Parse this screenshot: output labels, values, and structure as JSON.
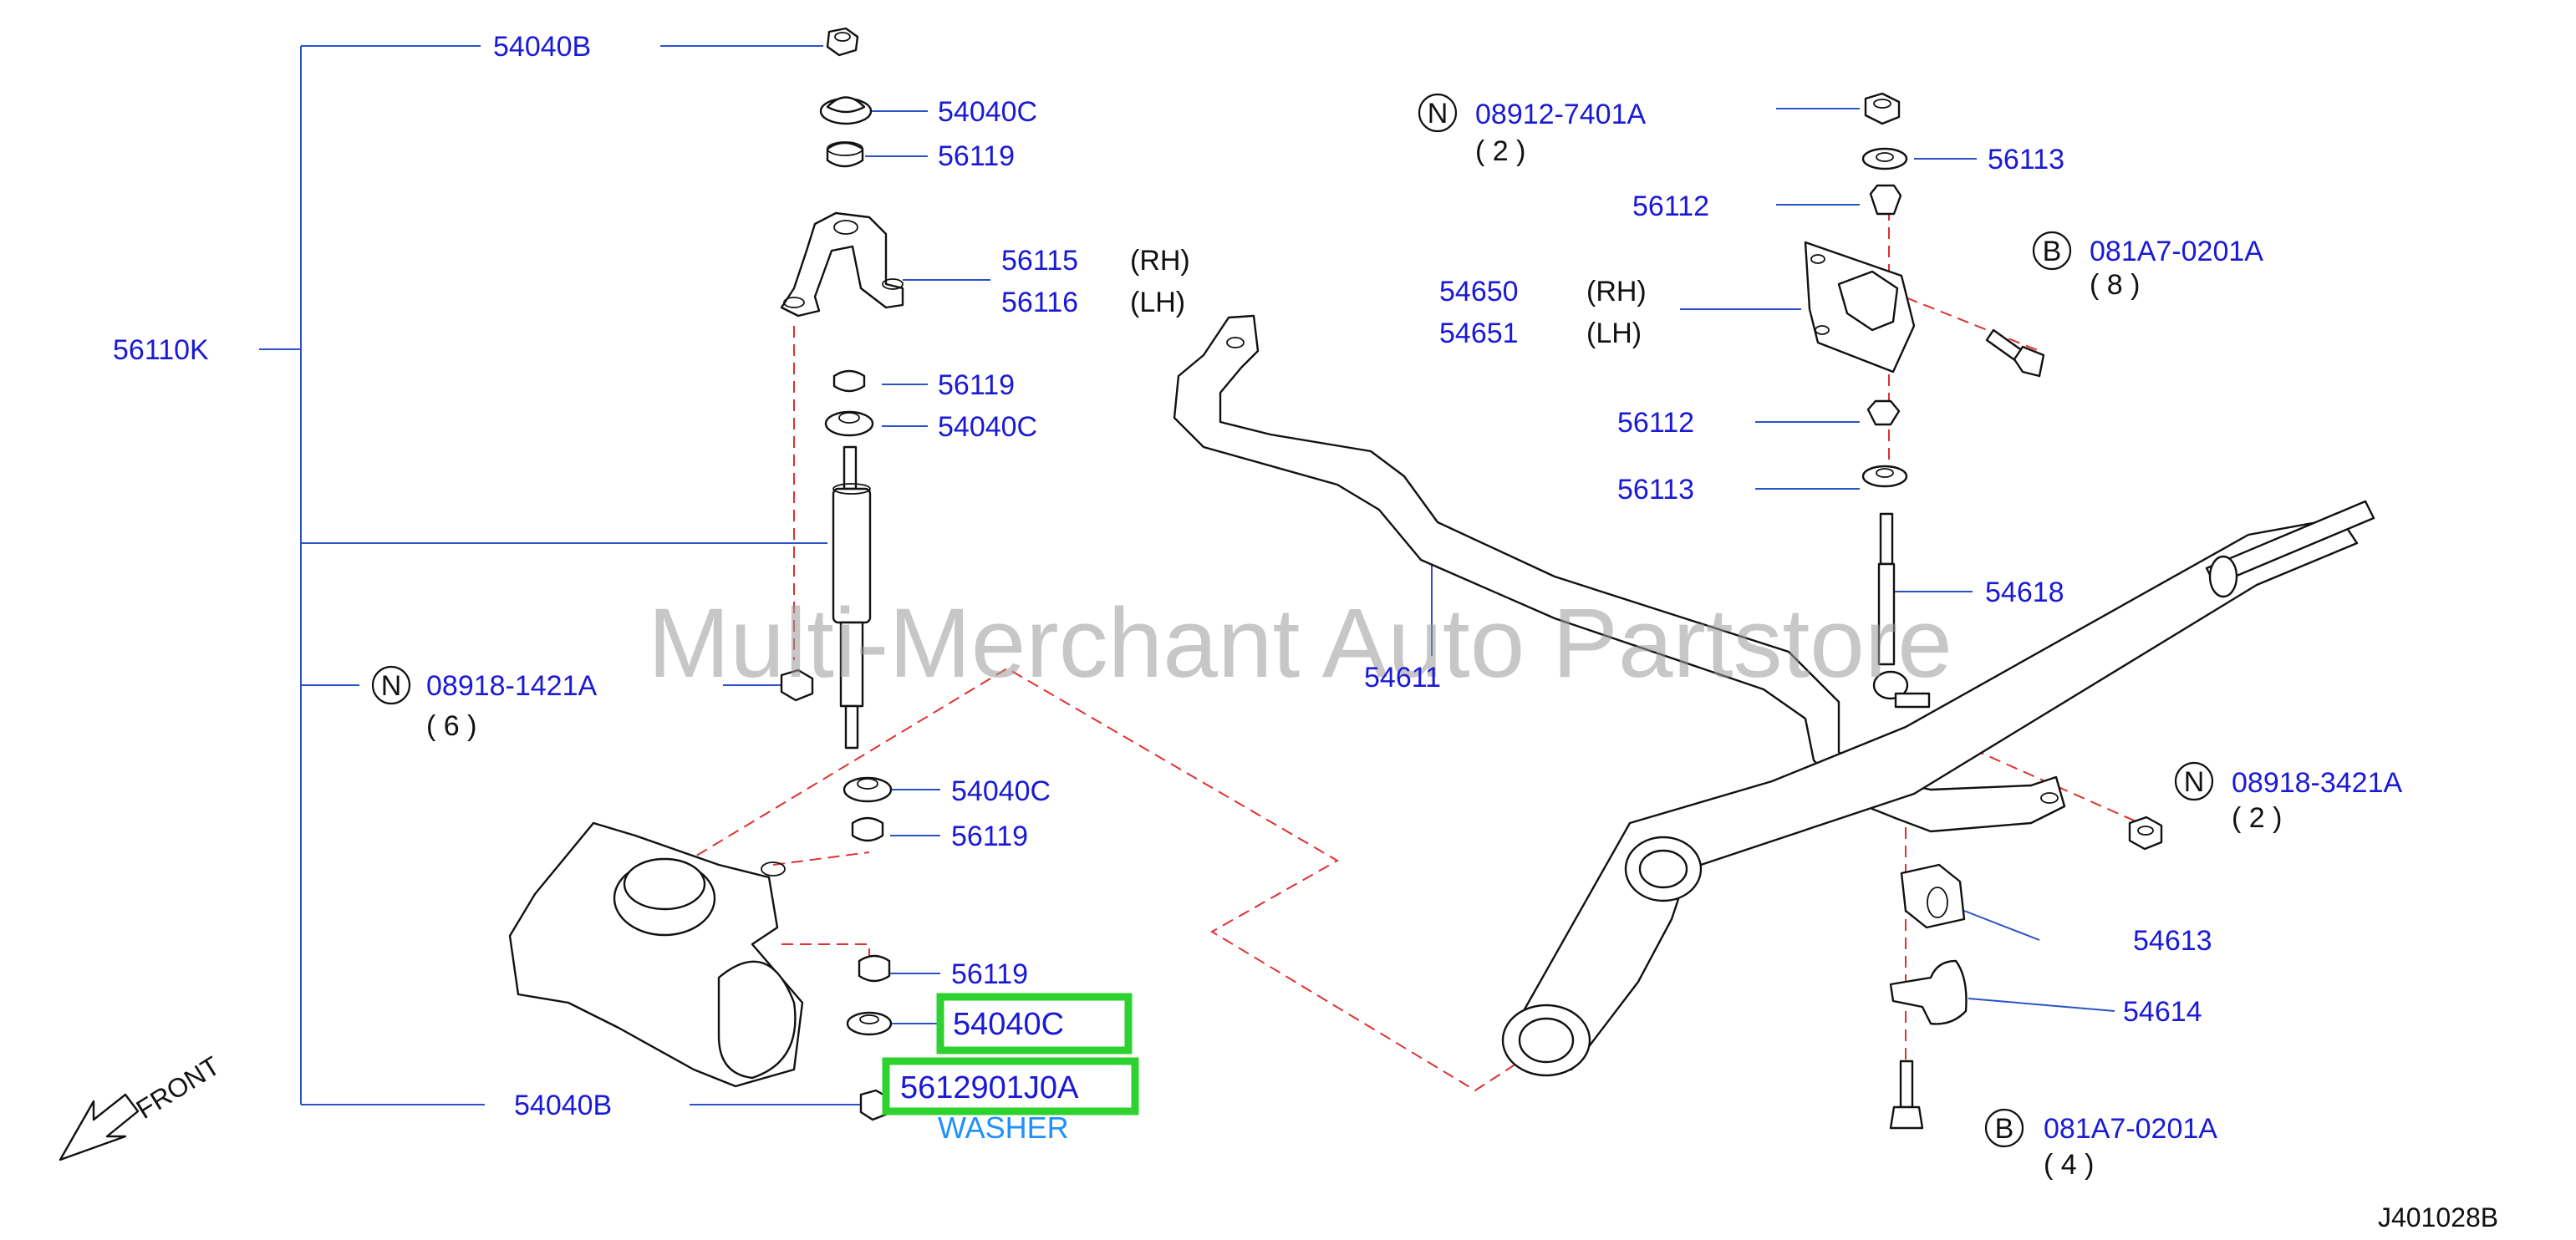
{
  "watermark": "Multi-Merchant Auto Partstore",
  "front_label": "FRONT",
  "diagram_code": "J401028B",
  "callouts": {
    "p54040b_top": "54040B",
    "p54040c_1": "54040C",
    "p56119_1": "56119",
    "p56115": "56115",
    "p56115_side": "(RH)",
    "p56116": "56116",
    "p56116_side": "(LH)",
    "p56110k": "56110K",
    "p56119_2": "56119",
    "p54040c_2": "54040C",
    "p08918_1421a": "08918-1421A",
    "p08918_1421a_qty": "( 6 )",
    "p54040c_3": "54040C",
    "p56119_3": "56119",
    "p56119_4": "56119",
    "p54040c_4": "54040C",
    "p54040b_bottom": "54040B",
    "p5612901j0a": "5612901J0A",
    "p5612901j0a_desc": "WASHER",
    "p08912_7401a": "08912-7401A",
    "p08912_7401a_qty": "( 2 )",
    "p56113_1": "56113",
    "p56112_1": "56112",
    "p081a7_top": "081A7-0201A",
    "p081a7_top_qty": "( 8 )",
    "p54650": "54650",
    "p54650_side": "(RH)",
    "p54651": "54651",
    "p54651_side": "(LH)",
    "p56112_2": "56112",
    "p56113_2": "56113",
    "p54618": "54618",
    "p54611": "54611",
    "p08918_3421a": "08918-3421A",
    "p08918_3421a_qty": "( 2 )",
    "p54613": "54613",
    "p54614": "54614",
    "p081a7_bottom": "081A7-0201A",
    "p081a7_bottom_qty": "( 4 )"
  },
  "markers": {
    "n": "N",
    "b": "B"
  },
  "colors": {
    "callout_text": "#1a1ad6",
    "leader_line": "#2a52c8",
    "dashed_line": "#e03030",
    "highlight": "#2ed22e",
    "washer_text": "#1e90ff"
  }
}
